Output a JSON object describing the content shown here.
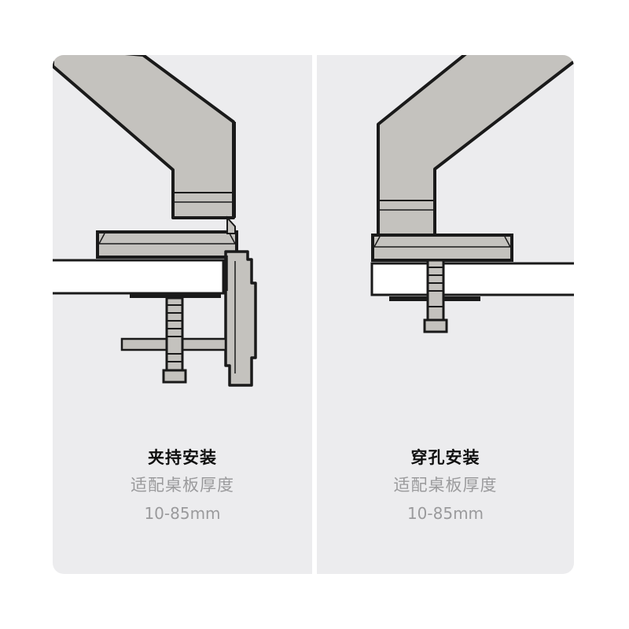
{
  "panels": [
    {
      "title": "夹持安装",
      "subtitle": "适配桌板厚度",
      "range": "10-85mm"
    },
    {
      "title": "穿孔安装",
      "subtitle": "适配桌板厚度",
      "range": "10-85mm"
    }
  ],
  "colors": {
    "panel_bg": "#ececee",
    "metal": "#c4c2be",
    "stroke": "#1a1a1a",
    "desk": "#ffffff",
    "title": "#111111",
    "muted": "#9a9a9c"
  }
}
